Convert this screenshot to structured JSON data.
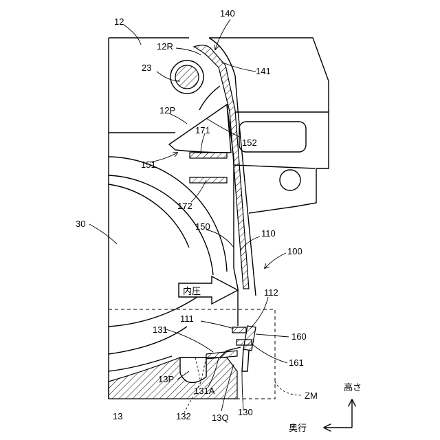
{
  "labels": {
    "n12": "12",
    "n140": "140",
    "n12R": "12R",
    "n23": "23",
    "n141": "141",
    "n12P": "12P",
    "n171": "171",
    "n152": "152",
    "n151": "151",
    "n172": "172",
    "n30": "30",
    "n150": "150",
    "n110": "110",
    "n100": "100",
    "naiatsu": "内圧",
    "n112": "112",
    "n111": "111",
    "n131": "131",
    "n160": "160",
    "n161": "161",
    "n13P": "13P",
    "n131A": "131A",
    "nZM": "ZM",
    "n13": "13",
    "n132": "132",
    "n13Q": "13Q",
    "n130": "130",
    "height": "高さ",
    "depth": "奥行"
  }
}
